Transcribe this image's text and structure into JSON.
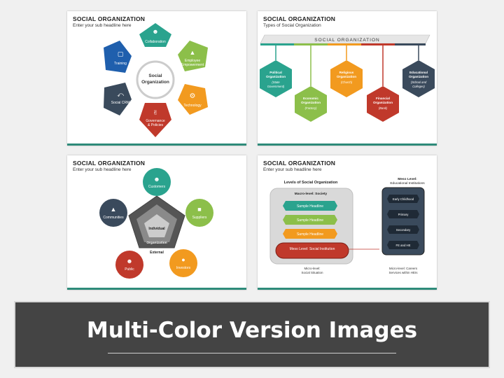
{
  "slides": [
    {
      "title": "SOCIAL ORGANIZATION",
      "subtitle": "Enter your sub headline here",
      "center_label": "Social Organization",
      "items": [
        {
          "label": "Collaboration",
          "color": "#2aa38e",
          "icon": "team-icon"
        },
        {
          "label": "Employee Empowerment",
          "color": "#8cbf4a",
          "icon": "growth-icon"
        },
        {
          "label": "Technology",
          "color": "#f29a1f",
          "icon": "gear-icon"
        },
        {
          "label": "Governance & Policies",
          "color": "#c0392b",
          "icon": "handshake-icon"
        },
        {
          "label": "Social CRM",
          "color": "#3a4a5c",
          "icon": "share-icon"
        },
        {
          "label": "Training",
          "color": "#1f5fad",
          "icon": "presentation-icon"
        }
      ]
    },
    {
      "title": "SOCIAL ORGANIZATION",
      "subtitle": "Types of Social Organization",
      "header_label": "SOCIAL ORGANIZATION",
      "types": [
        {
          "name": "Political Organization",
          "example": "(State Government)",
          "color": "#2aa38e"
        },
        {
          "name": "Economic Organization",
          "example": "(Factory)",
          "color": "#8cbf4a"
        },
        {
          "name": "Religious Organization",
          "example": "(Church)",
          "color": "#f29a1f"
        },
        {
          "name": "Financial Organization",
          "example": "(Bank)",
          "color": "#c0392b"
        },
        {
          "name": "Educational Organization",
          "example": "(School and Colleges)",
          "color": "#3a4a5c"
        }
      ]
    },
    {
      "title": "SOCIAL ORGANIZATION",
      "subtitle": "Enter your sub headline here",
      "layers": [
        "Individual",
        "Organization",
        "External"
      ],
      "stakeholders": [
        {
          "label": "Customers",
          "color": "#2aa38e",
          "icon": "people-icon"
        },
        {
          "label": "Suppliers",
          "color": "#8cbf4a",
          "icon": "supplier-icon"
        },
        {
          "label": "Investors",
          "color": "#f29a1f",
          "icon": "investor-icon"
        },
        {
          "label": "Public",
          "color": "#c0392b",
          "icon": "crowd-icon"
        },
        {
          "label": "Communities",
          "color": "#3a4a5c",
          "icon": "community-icon"
        }
      ]
    },
    {
      "title": "SOCIAL ORGANIZATION",
      "subtitle": "Enter your sub headline here",
      "levels_title": "Levels of Social Organization",
      "macro_label": "Macro-level: Society",
      "headlines": [
        {
          "label": "Sample Headline",
          "color": "#2aa38e"
        },
        {
          "label": "Sample Headline",
          "color": "#8cbf4a"
        },
        {
          "label": "Sample Headline",
          "color": "#f29a1f"
        }
      ],
      "meso_institution": "Meso Level: Social Institution",
      "micro_label": "Micro-level: Social Situation",
      "meso_title": "Meso Level: Educational Institutions",
      "edu_items": [
        "Early Childhood",
        "Primary",
        "Secondary",
        "FE and HE"
      ],
      "micro_careers": "Micro-level: Careers Services within HEIs"
    }
  ],
  "banner": {
    "text": "Multi-Color Version Images"
  }
}
